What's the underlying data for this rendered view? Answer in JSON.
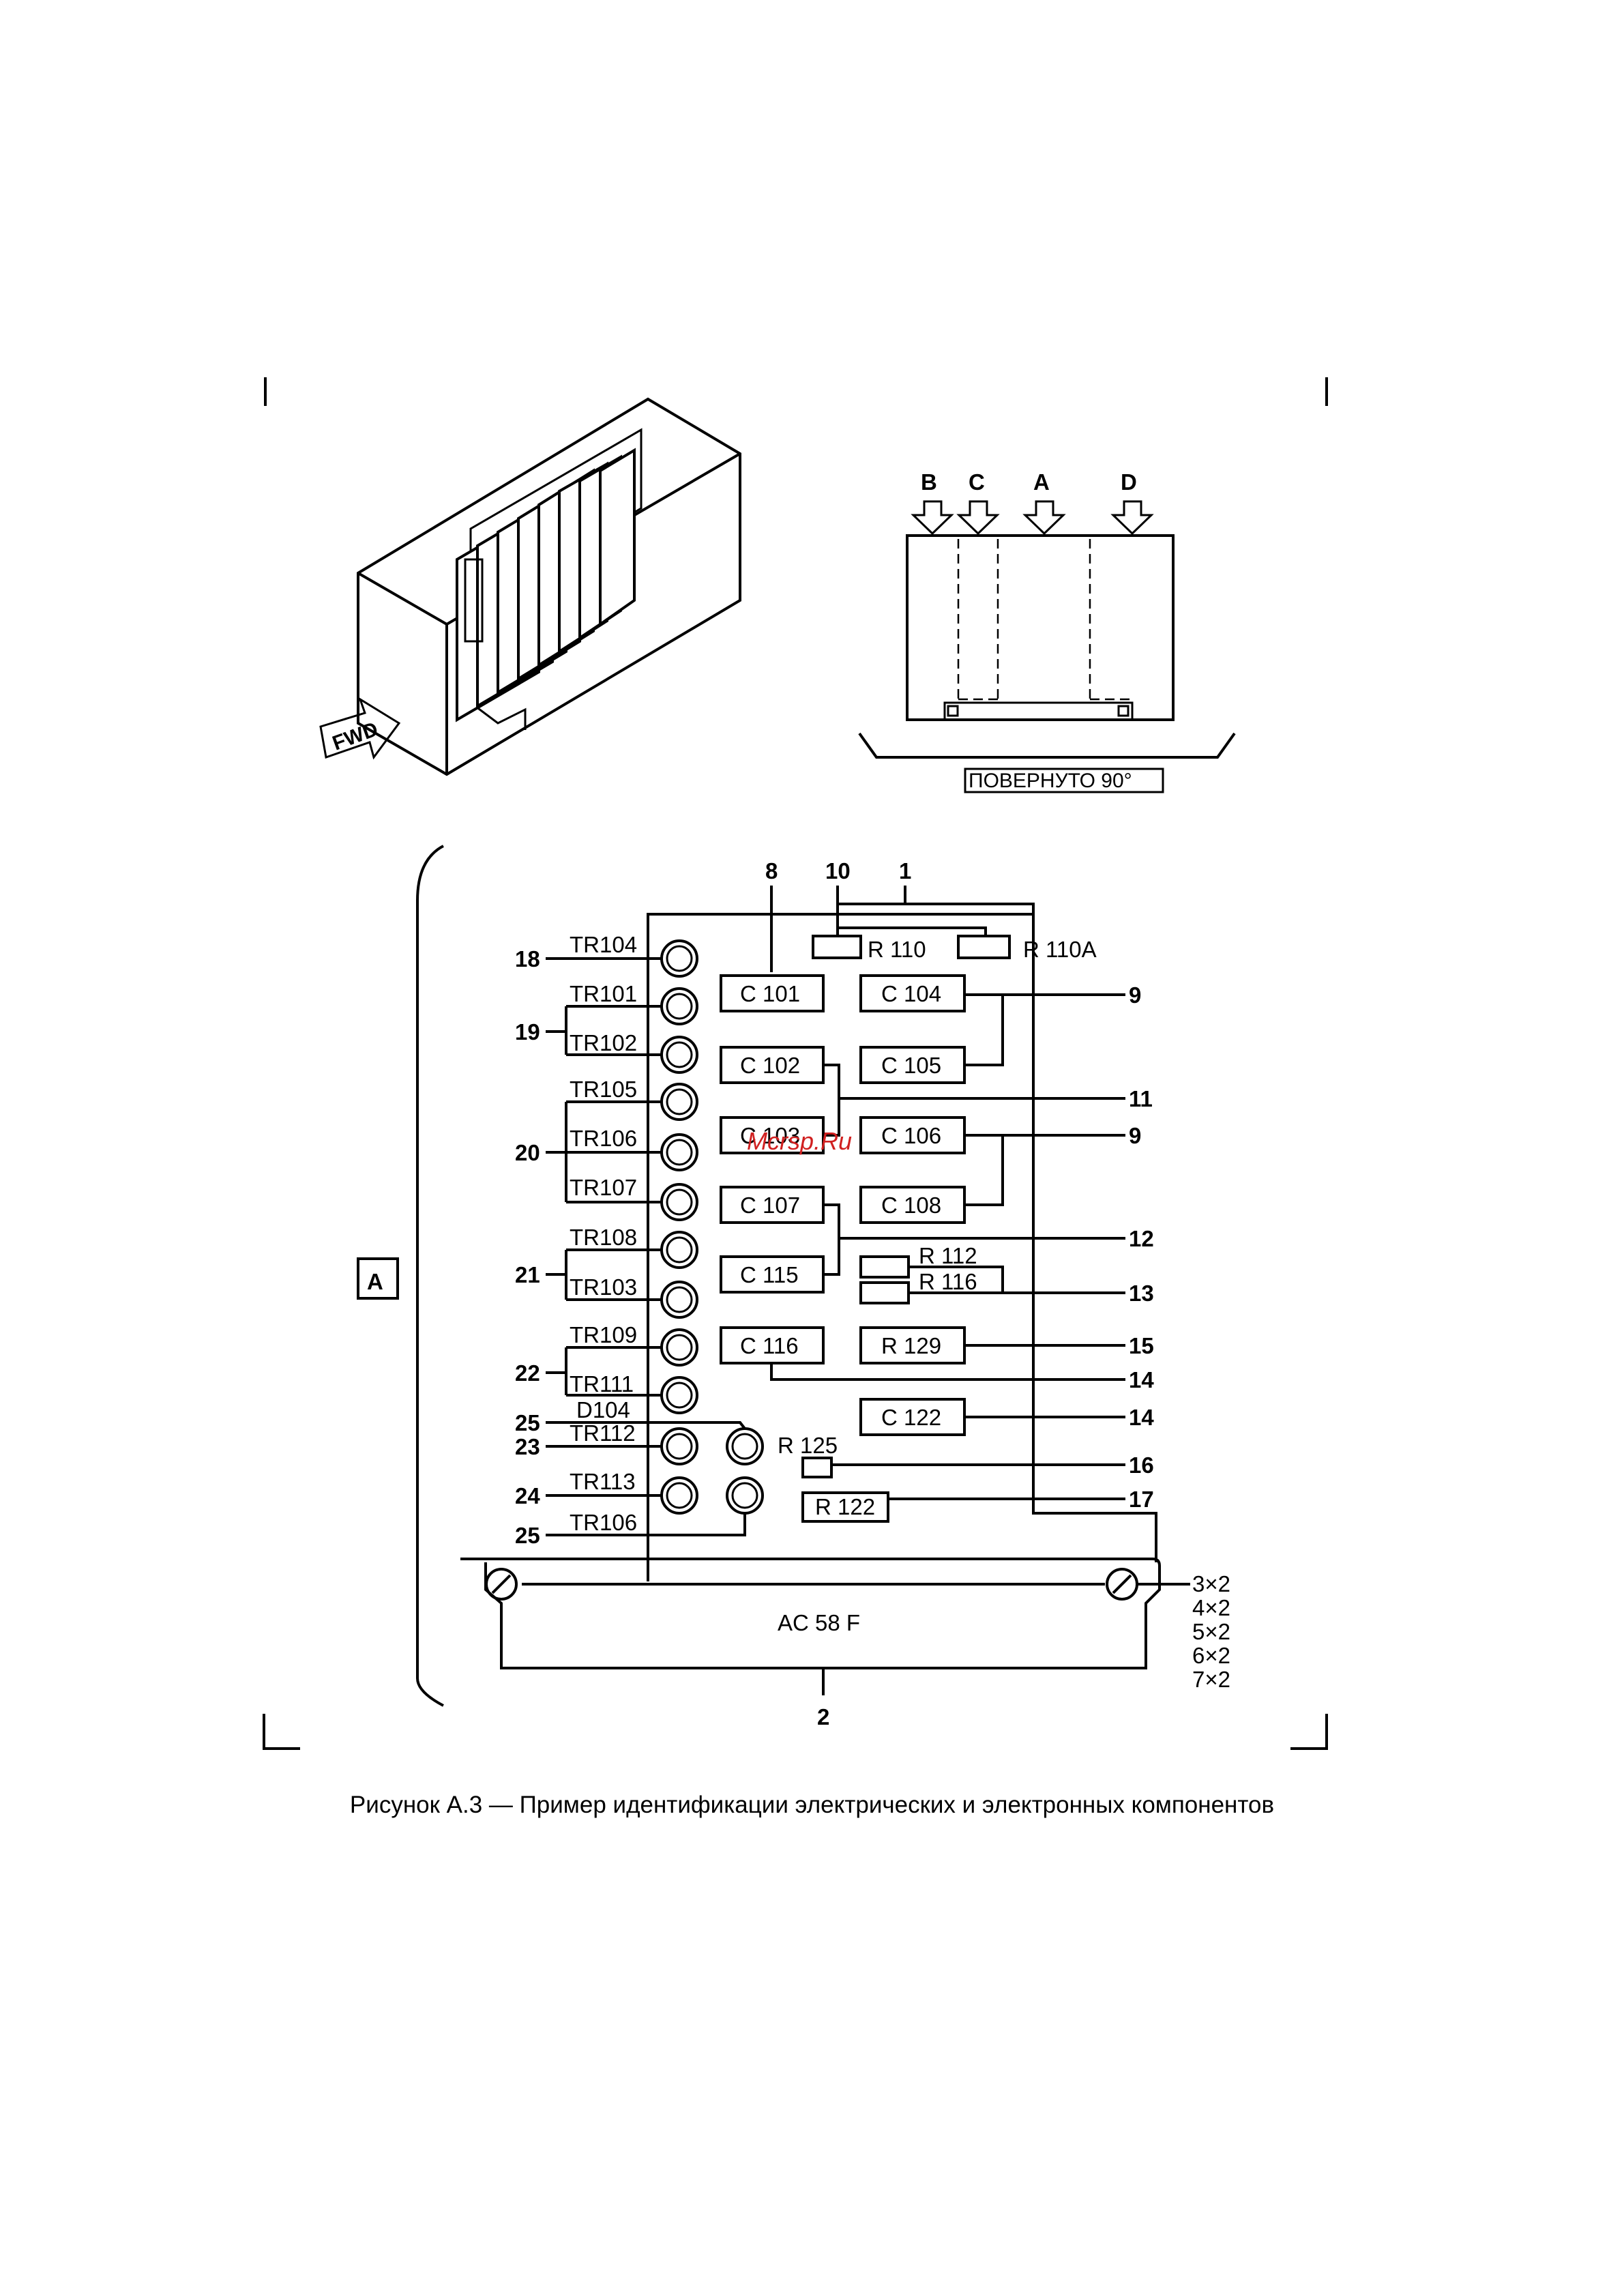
{
  "figure": {
    "caption": "Рисунок А.3 — Пример идентификации электрических и электронных компонентов",
    "watermark": "Mcrsp.Ru",
    "fwd_label": "FWD",
    "view_letters": [
      "B",
      "C",
      "A",
      "D"
    ],
    "rotated_label": "ПОВЕРНУТО 90°",
    "panel_letter": "A",
    "connector_label": "AC 58 F",
    "top_numbers": [
      "8",
      "10",
      "1"
    ],
    "left_numbers": [
      "18",
      "19",
      "20",
      "21",
      "22",
      "25",
      "23",
      "24",
      "25"
    ],
    "tr_labels": [
      "TR104",
      "TR101",
      "TR102",
      "TR105",
      "TR106",
      "TR107",
      "TR108",
      "TR103",
      "TR109",
      "TR111",
      "D104",
      "TR112",
      "TR113",
      "TR106"
    ],
    "components": [
      "R 110",
      "R 110A",
      "C 101",
      "C 104",
      "C 102",
      "C 105",
      "C 103",
      "C 106",
      "C 107",
      "C 108",
      "C 115",
      "R 112",
      "R 116",
      "C 116",
      "R 129",
      "C 122",
      "R 125",
      "R 122"
    ],
    "right_numbers": [
      "9",
      "11",
      "9",
      "12",
      "13",
      "15",
      "14",
      "14",
      "16",
      "17"
    ],
    "screw_labels": [
      "3×2",
      "4×2",
      "5×2",
      "6×2",
      "7×2"
    ],
    "bottom_number": "2"
  }
}
